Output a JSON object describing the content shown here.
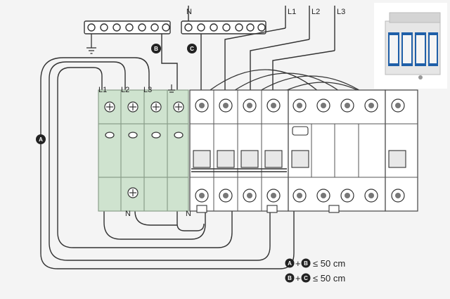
{
  "labels": {
    "n_top": "N",
    "l1_top": "L1",
    "l2_top": "L2",
    "l3_top": "L3",
    "spd_l1": "L1",
    "spd_l2": "L2",
    "spd_l3": "L3",
    "spd_n_bottom": "N",
    "n_bottom": "N"
  },
  "markers": {
    "a": "A",
    "b": "B",
    "c": "C"
  },
  "legend": {
    "line1_plus": "+",
    "line1_text": "≤ 50 cm",
    "line2_plus": "+",
    "line2_text": "≤ 50 cm"
  },
  "colors": {
    "background": "#f4f4f4",
    "spd_green": "#cfe3cf",
    "spd_border": "#8a9e8a",
    "line": "#333333",
    "badge": "#222222"
  }
}
